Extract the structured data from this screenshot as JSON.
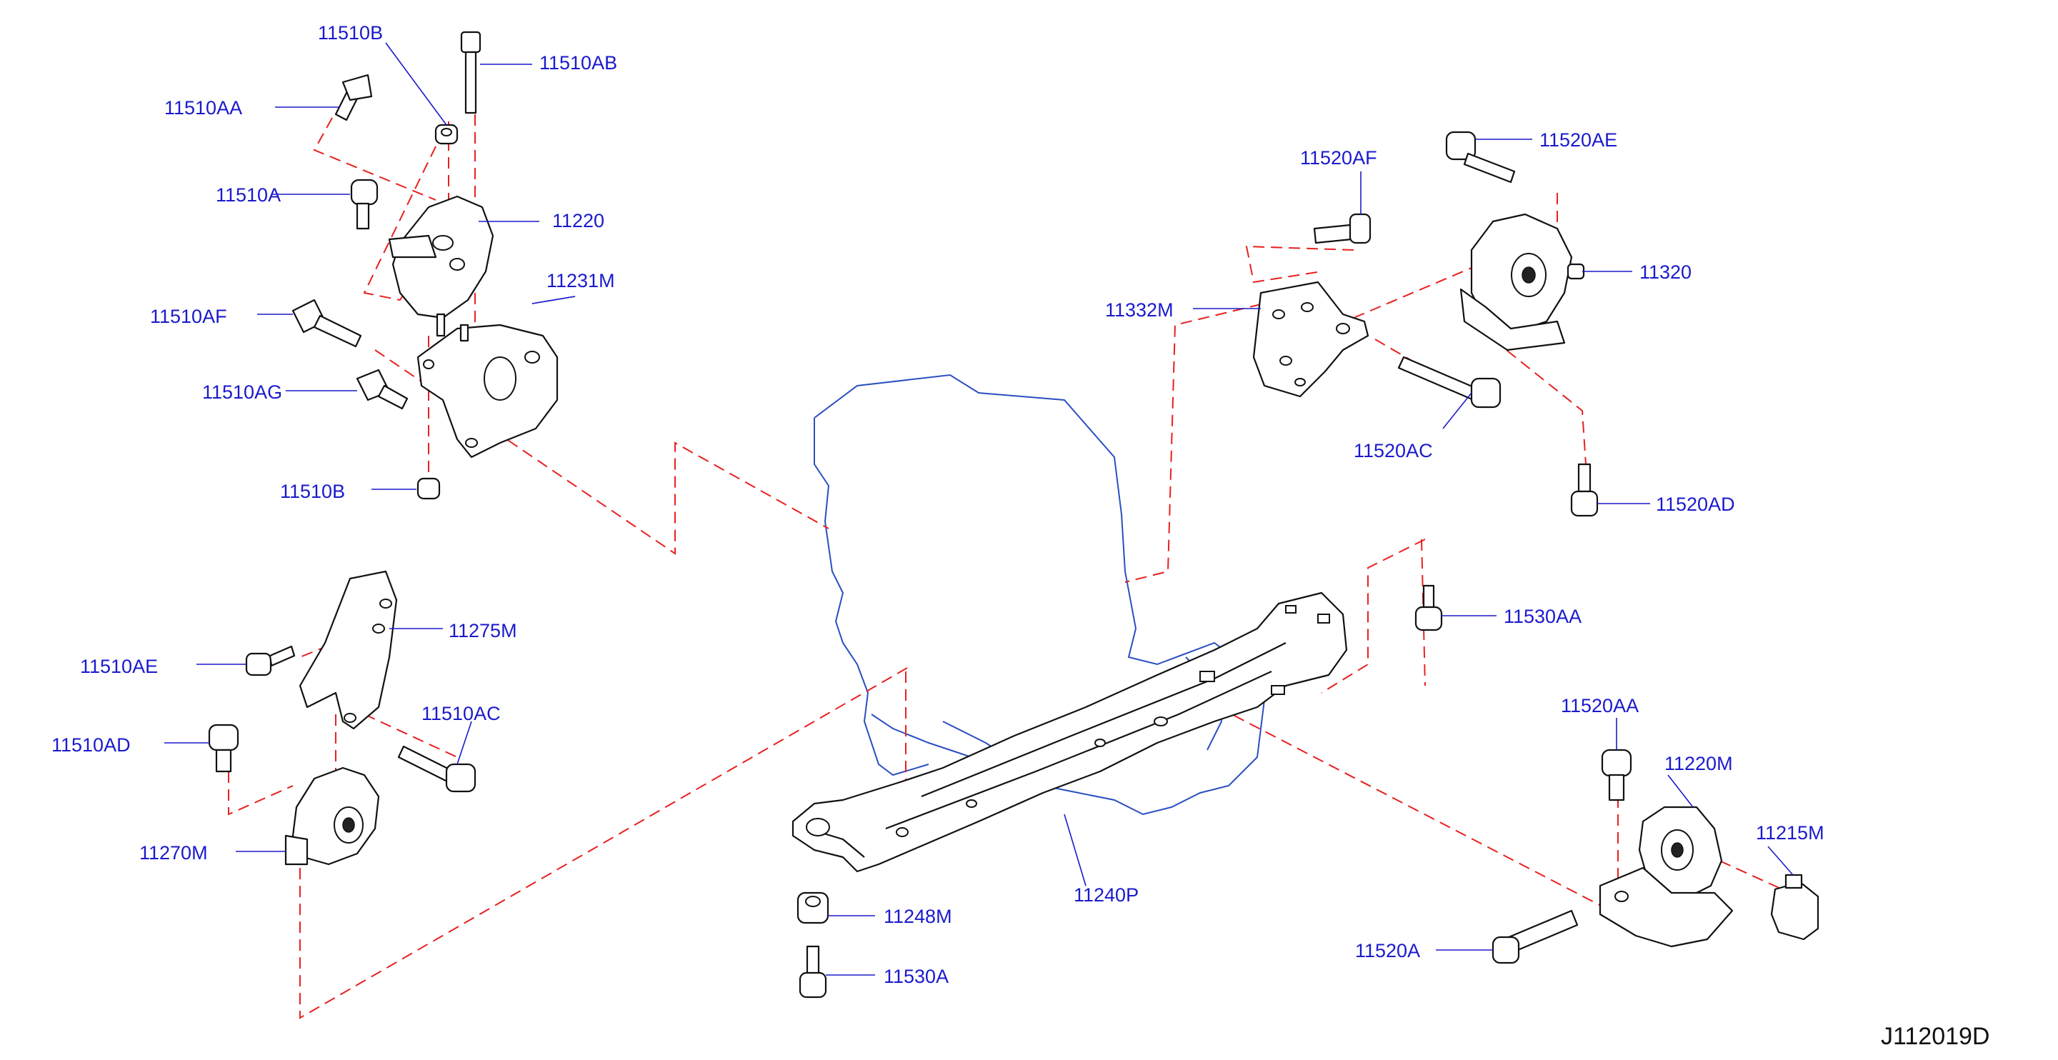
{
  "diagram": {
    "reference_code": "J112019D",
    "colors": {
      "label": "#1a1acc",
      "leader": "#1a1acc",
      "engine_outline": "#2a4fc0",
      "dashed_line": "#e82020",
      "part_stroke": "#111111"
    },
    "labels": {
      "p11510B_top": "11510B",
      "p11510AB": "11510AB",
      "p11510AA": "11510AA",
      "p11510A": "11510A",
      "p11220": "11220",
      "p11231M": "11231M",
      "p11510AF": "11510AF",
      "p11510AG": "11510AG",
      "p11510B_bottom": "11510B",
      "p11275M": "11275M",
      "p11510AE": "11510AE",
      "p11510AC": "11510AC",
      "p11510AD": "11510AD",
      "p11270M": "11270M",
      "p11520AF": "11520AF",
      "p11520AE": "11520AE",
      "p11320": "11320",
      "p11332M": "11332M",
      "p11520AC": "11520AC",
      "p11520AD": "11520AD",
      "p11530AA": "11530AA",
      "p11520AA": "11520AA",
      "p11220M": "11220M",
      "p11215M": "11215M",
      "p11520A": "11520A",
      "p11240P": "11240P",
      "p11248M": "11248M",
      "p11530A": "11530A"
    }
  }
}
